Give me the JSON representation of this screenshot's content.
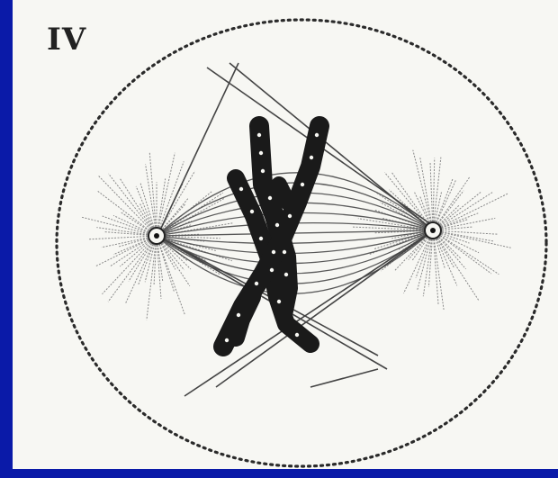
{
  "figure": {
    "stage_label": "IV",
    "colors": {
      "frame": "#0a1aa8",
      "paper": "#f7f7f3",
      "ink": "#1e1e1e",
      "spindle": "#5a5a5a",
      "aster": "#8a8a8a"
    },
    "icons": [
      "cell-membrane",
      "left-centrosome",
      "right-centrosome",
      "spindle-fibers",
      "chromosome-pair"
    ]
  }
}
